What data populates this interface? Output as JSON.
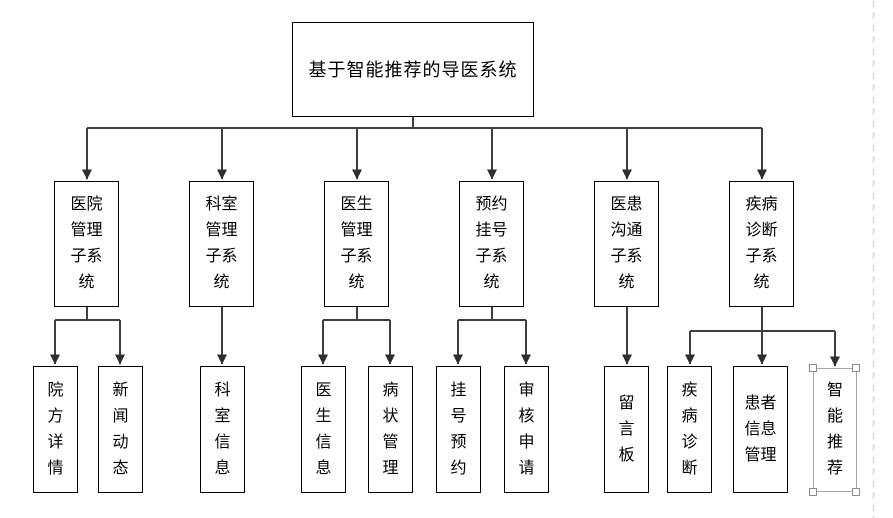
{
  "diagram": {
    "root": {
      "label": "基于智能推荐的导医系统"
    },
    "subsystems": [
      {
        "label": "医院管理子系统",
        "children": [
          {
            "label": "院方详情"
          },
          {
            "label": "新闻动态"
          }
        ]
      },
      {
        "label": "科室管理子系统",
        "children": [
          {
            "label": "科室信息"
          }
        ]
      },
      {
        "label": "医生管理子系统",
        "children": [
          {
            "label": "医生信息"
          },
          {
            "label": "病状管理"
          }
        ]
      },
      {
        "label": "预约挂号子系统",
        "children": [
          {
            "label": "挂号预约"
          },
          {
            "label": "审核申请"
          }
        ]
      },
      {
        "label": "医患沟通子系统",
        "children": [
          {
            "label": "留言板"
          }
        ]
      },
      {
        "label": "疾病诊断子系统",
        "children": [
          {
            "label": "疾病诊断"
          },
          {
            "label": "患者信息管理"
          },
          {
            "label": "智能推荐"
          }
        ]
      }
    ]
  },
  "selection": {
    "selected_node_label": "智能推荐",
    "handle_positions": [
      "nw",
      "ne",
      "sw",
      "se"
    ]
  },
  "colors": {
    "background": "#ffffff",
    "box_border": "#000000",
    "connector_line": "#3f3f3f",
    "arrowhead": "#2e2e2e",
    "selected_box_border": "#a6a6a6",
    "selection_handle_fill": "#ffffff",
    "selection_handle_border": "#8c8c8c",
    "page_boundary_dash": "#d9d9d9"
  }
}
